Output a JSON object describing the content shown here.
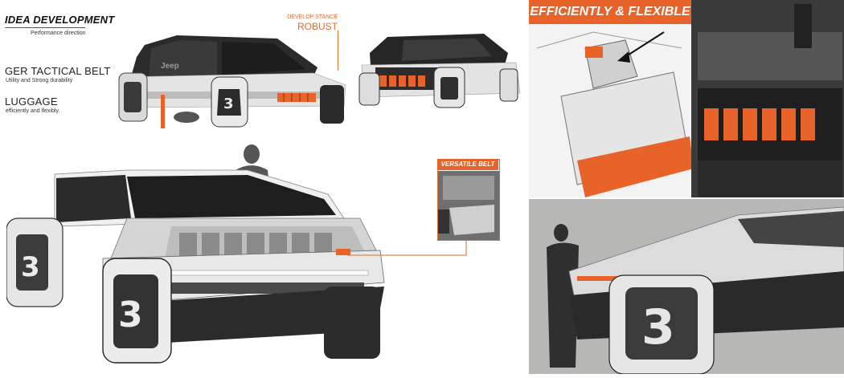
{
  "header": {
    "title": "IDEA DEVELOPMENT",
    "subtitle": "Performance direction"
  },
  "features": [
    {
      "title": "GER TACTICAL BELT",
      "description": "Utility and Strong durability"
    },
    {
      "title": "LUGGAGE",
      "description": "efficiently and flexibly."
    }
  ],
  "callouts": {
    "develop_stance": "DEVELOP STANCE",
    "robust": "ROBUST",
    "versatile_belt": "VERSATILE BELT",
    "efficiently_flexible": "EFFICIENTLY & FLEXIBLE"
  },
  "vehicle_badge": "Jeep",
  "colors": {
    "accent": "#e8632a",
    "body_light": "#e6e6e6",
    "body_dark": "#2a2a2a",
    "glass": "#1c1c1c",
    "background": "#ffffff"
  }
}
